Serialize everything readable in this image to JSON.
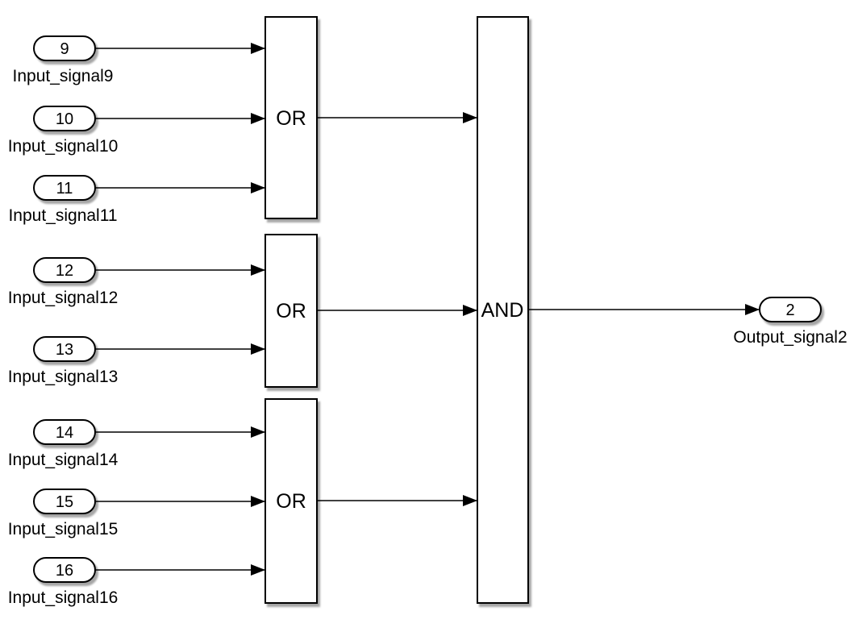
{
  "colors": {
    "stroke": "#000000",
    "block_fill": "#ffffff",
    "background": "#ffffff",
    "shadow": "#b0b0b0"
  },
  "input_ports": [
    {
      "number": "9",
      "label": "Input_signal9"
    },
    {
      "number": "10",
      "label": "Input_signal10"
    },
    {
      "number": "11",
      "label": "Input_signal11"
    },
    {
      "number": "12",
      "label": "Input_signal12"
    },
    {
      "number": "13",
      "label": "Input_signal13"
    },
    {
      "number": "14",
      "label": "Input_signal14"
    },
    {
      "number": "15",
      "label": "Input_signal15"
    },
    {
      "number": "16",
      "label": "Input_signal16"
    }
  ],
  "gates": [
    {
      "label": "OR"
    },
    {
      "label": "OR"
    },
    {
      "label": "OR"
    },
    {
      "label": "AND"
    }
  ],
  "output_port": {
    "number": "2",
    "label": "Output_signal2"
  }
}
